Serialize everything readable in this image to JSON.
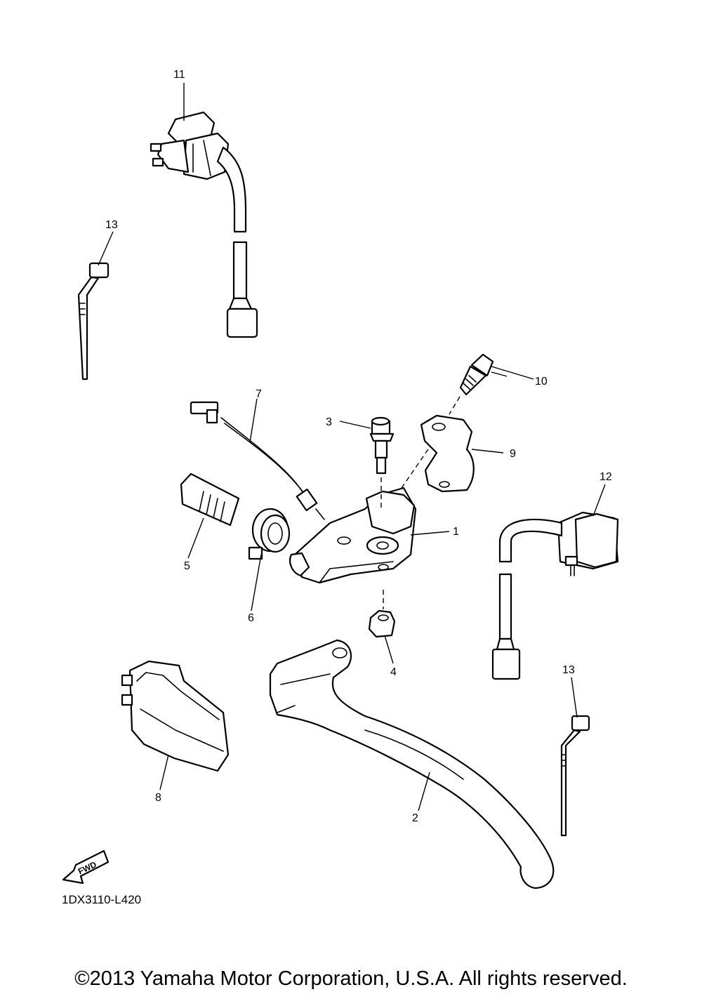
{
  "diagram": {
    "callouts": [
      "1",
      "2",
      "3",
      "4",
      "5",
      "6",
      "7",
      "8",
      "9",
      "10",
      "11",
      "12",
      "13"
    ],
    "fwd_label": "FWD",
    "drawing_code": "1DX3110-L420"
  },
  "footer": {
    "copyright": "©2013 Yamaha Motor Corporation, U.S.A. All rights reserved."
  }
}
